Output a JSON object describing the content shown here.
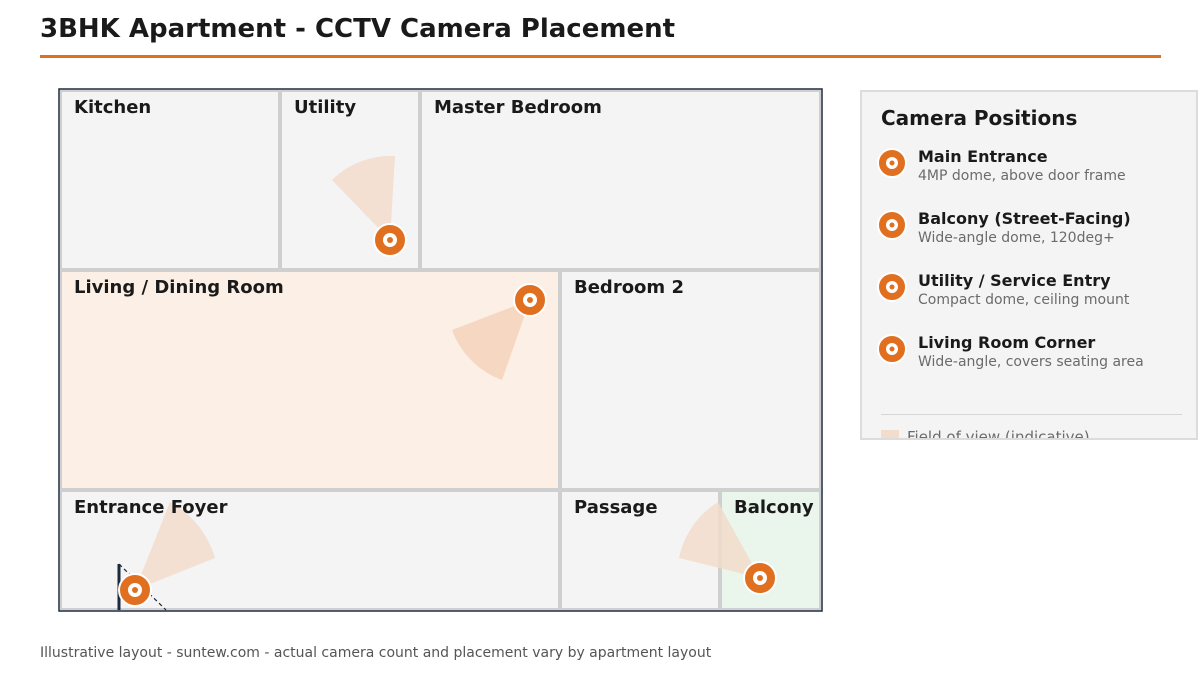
{
  "title": "3BHK Apartment - CCTV Camera Placement",
  "rooms": [
    {
      "id": "kitchen",
      "label": "Kitchen"
    },
    {
      "id": "utility",
      "label": "Utility"
    },
    {
      "id": "master_bedroom",
      "label": "Master Bedroom"
    },
    {
      "id": "living",
      "label": "Living / Dining Room"
    },
    {
      "id": "bedroom2",
      "label": "Bedroom 2"
    },
    {
      "id": "foyer",
      "label": "Entrance Foyer"
    },
    {
      "id": "passage",
      "label": "Passage"
    },
    {
      "id": "balcony",
      "label": "Balcony"
    }
  ],
  "legend": {
    "title": "Camera Positions",
    "items": [
      {
        "name": "Main Entrance",
        "desc": "4MP dome, above door frame"
      },
      {
        "name": "Balcony (Street-Facing)",
        "desc": "Wide-angle dome, 120deg+"
      },
      {
        "name": "Utility / Service Entry",
        "desc": "Compact dome, ceiling mount"
      },
      {
        "name": "Living Room Corner",
        "desc": "Wide-angle, covers seating area"
      }
    ],
    "fov_label": "Field of view (indicative)"
  },
  "footnote": "Illustrative layout - suntew.com - actual camera count and placement vary by apartment layout",
  "colors": {
    "accent": "#e07020",
    "fov": "#f2dccb",
    "room_fill": "#f4f4f4",
    "living_fill": "#fcefe6",
    "balcony_fill": "#eaf5ec",
    "wall": "#1c2a40"
  }
}
